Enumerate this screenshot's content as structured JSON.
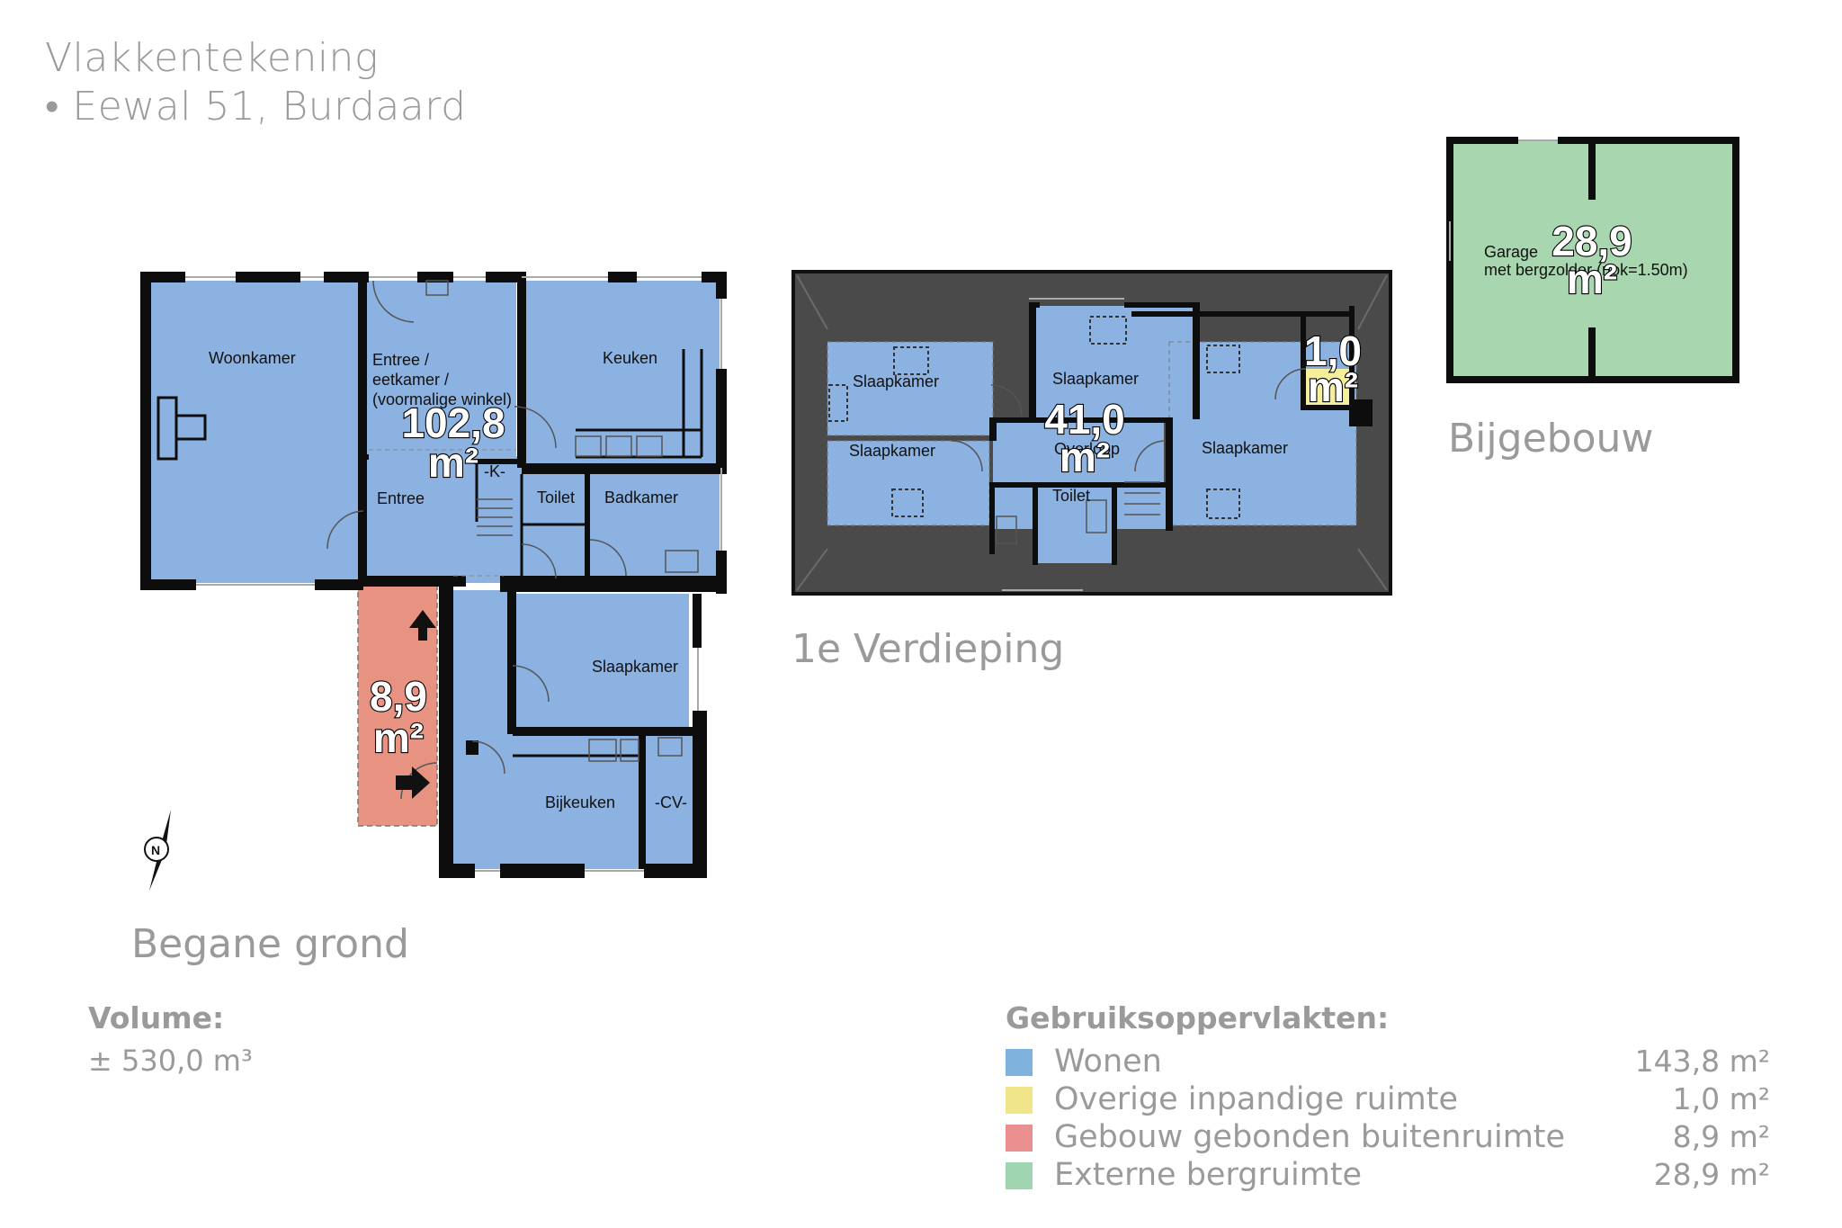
{
  "header": {
    "title_line1": "Vlakkentekening",
    "title_line2": "• Eewal 51, Burdaard"
  },
  "sections": {
    "ground": "Begane grond",
    "first": "1e Verdieping",
    "annex": "Bijgebouw"
  },
  "ground_floor": {
    "rooms": {
      "woonkamer": "Woonkamer",
      "entree_eetkamer_1": "Entree /",
      "entree_eetkamer_2": "eetkamer /",
      "entree_eetkamer_3": "(voormalige winkel)",
      "keuken": "Keuken",
      "k": "-K-",
      "entree": "Entree",
      "toilet": "Toilet",
      "badkamer": "Badkamer",
      "slaapkamer": "Slaapkamer",
      "bijkeuken": "Bijkeuken",
      "cv": "-CV-"
    },
    "areas": {
      "main_value": "102,8",
      "main_unit": "m²",
      "outside_value": "8,9",
      "outside_unit": "m²"
    }
  },
  "first_floor": {
    "rooms": {
      "slaapkamer_nw": "Slaapkamer",
      "slaapkamer_n": "Slaapkamer",
      "slaapkamer_sw": "Slaapkamer",
      "slaapkamer_e": "Slaapkamer",
      "overloop": "Overloop",
      "toilet": "Toilet"
    },
    "areas": {
      "main_value": "41,0",
      "main_unit": "m²",
      "other_value": "1,0",
      "other_unit": "m²"
    }
  },
  "annex": {
    "label_1": "Garage",
    "label_2": "met bergzolder (nok=1.50m)",
    "area_value": "28,9",
    "area_unit": "m²"
  },
  "compass": {
    "label": "N"
  },
  "volume": {
    "heading": "Volume:",
    "value": "± 530,0 m³"
  },
  "legend": {
    "heading": "Gebruiksoppervlakten:",
    "items": [
      {
        "label": "Wonen",
        "value": "143,8 m²",
        "color": "#7fb2dd"
      },
      {
        "label": "Overige inpandige ruimte",
        "value": "1,0 m²",
        "color": "#f1e58a"
      },
      {
        "label": "Gebouw gebonden buitenruimte",
        "value": "8,9 m²",
        "color": "#ea8f8f"
      },
      {
        "label": "Externe bergruimte",
        "value": "28,9 m²",
        "color": "#9fd6b1"
      }
    ]
  },
  "colors": {
    "living": "#8cb2e2",
    "other": "#f5ee9a",
    "outdoor": "#e89282",
    "storage": "#a8d6ae",
    "roof": "#4a4a4a",
    "wall": "#0d0d0d"
  }
}
